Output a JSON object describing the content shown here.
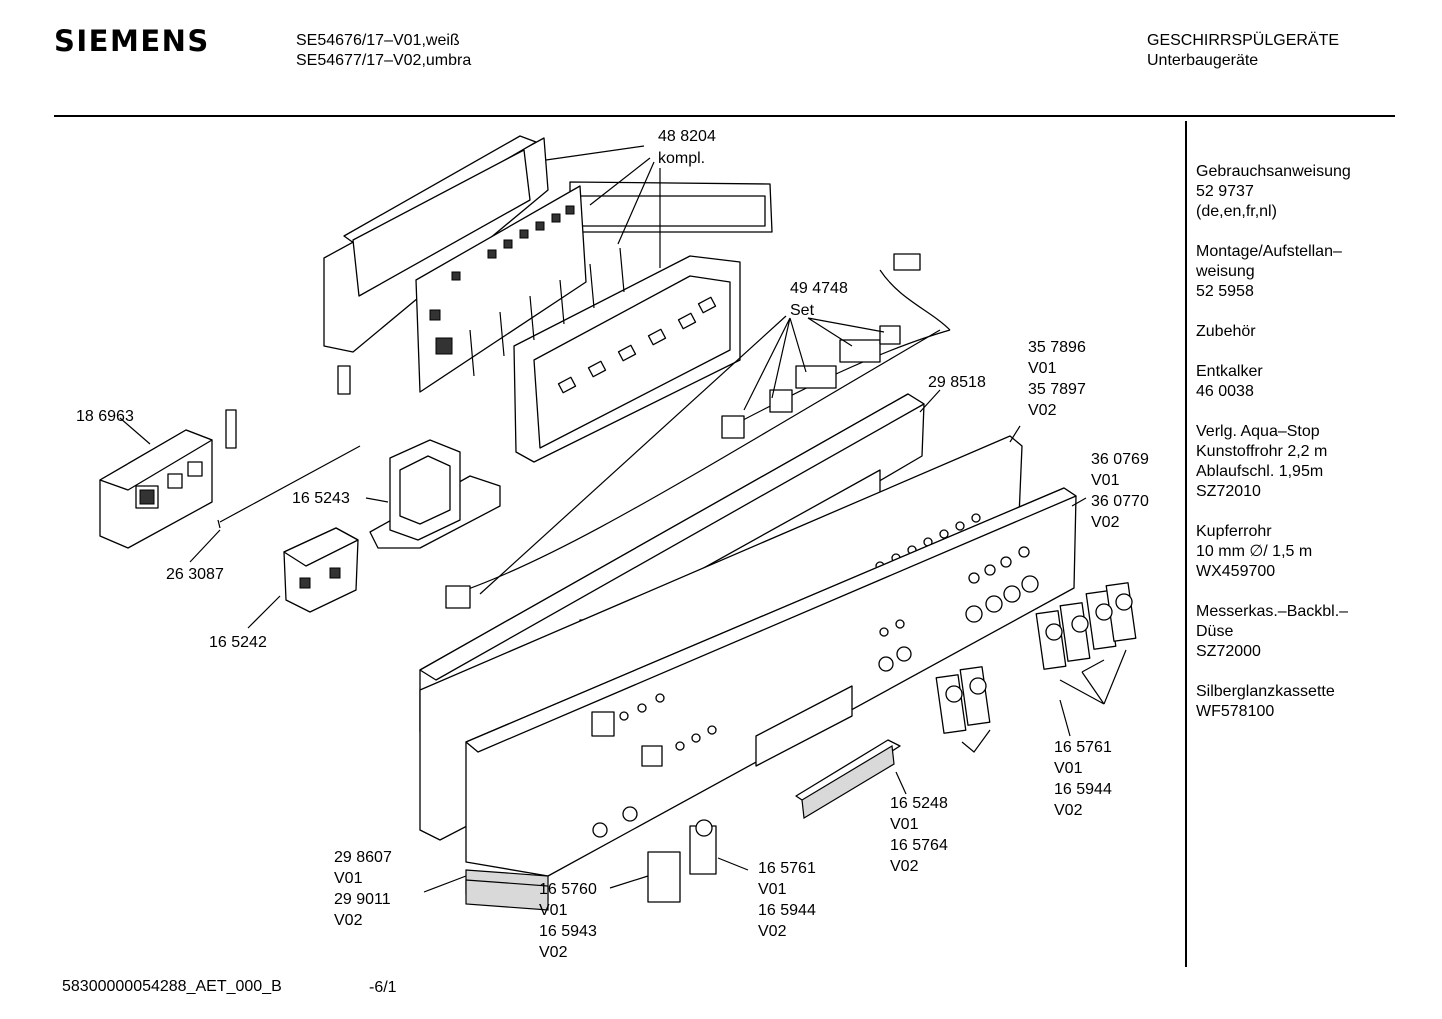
{
  "header": {
    "brand": "SIEMENS",
    "models": [
      "SE54676/17–V01,weiß",
      "SE54677/17–V02,umbra"
    ],
    "category": [
      "GESCHIRRSPÜLGERÄTE",
      "Unterbaugeräte"
    ]
  },
  "sidebar": {
    "sections": [
      [
        "Gebrauchsanweisung",
        "52 9737",
        "(de,en,fr,nl)"
      ],
      [
        "Montage/Aufstellan–",
        "weisung",
        "52 5958"
      ],
      [],
      [
        "Zubehör"
      ],
      [
        "Entkalker",
        "46 0038"
      ],
      [
        "Verlg. Aqua–Stop",
        "Kunstoffrohr 2,2 m",
        "Ablaufschl. 1,95m",
        "SZ72010"
      ],
      [
        "Kupferrohr",
        "10 mm ∅/ 1,5 m",
        "WX459700"
      ],
      [
        "Messerkas.–Backbl.–",
        "Düse",
        "SZ72000"
      ],
      [
        "Silberglanzkassette",
        "WF578100"
      ]
    ]
  },
  "labels": {
    "p488204": [
      "48 8204",
      "kompl."
    ],
    "p494748": [
      "49 4748",
      "Set"
    ],
    "p186963": [
      "18 6963"
    ],
    "p298518": [
      "29 8518"
    ],
    "p357896": [
      "35 7896",
      "V01",
      "35 7897",
      "V02"
    ],
    "p360769": [
      "36 0769",
      "V01",
      "36 0770",
      "V02"
    ],
    "p165243": [
      "16 5243"
    ],
    "p263087": [
      "26 3087"
    ],
    "p165242": [
      "16 5242"
    ],
    "p165761r": [
      "16 5761",
      "V01",
      "16 5944",
      "V02"
    ],
    "p165248": [
      "16 5248",
      "V01",
      "16 5764",
      "V02"
    ],
    "p298607": [
      "29 8607",
      "V01",
      "29 9011",
      "V02"
    ],
    "p165760": [
      "16 5760",
      "V01",
      "16 5943",
      "V02"
    ],
    "p165761b": [
      "16 5761",
      "V01",
      "16 5944",
      "V02"
    ]
  },
  "footer": {
    "code": "58300000054288_AET_000_B",
    "page": "-6/1"
  }
}
